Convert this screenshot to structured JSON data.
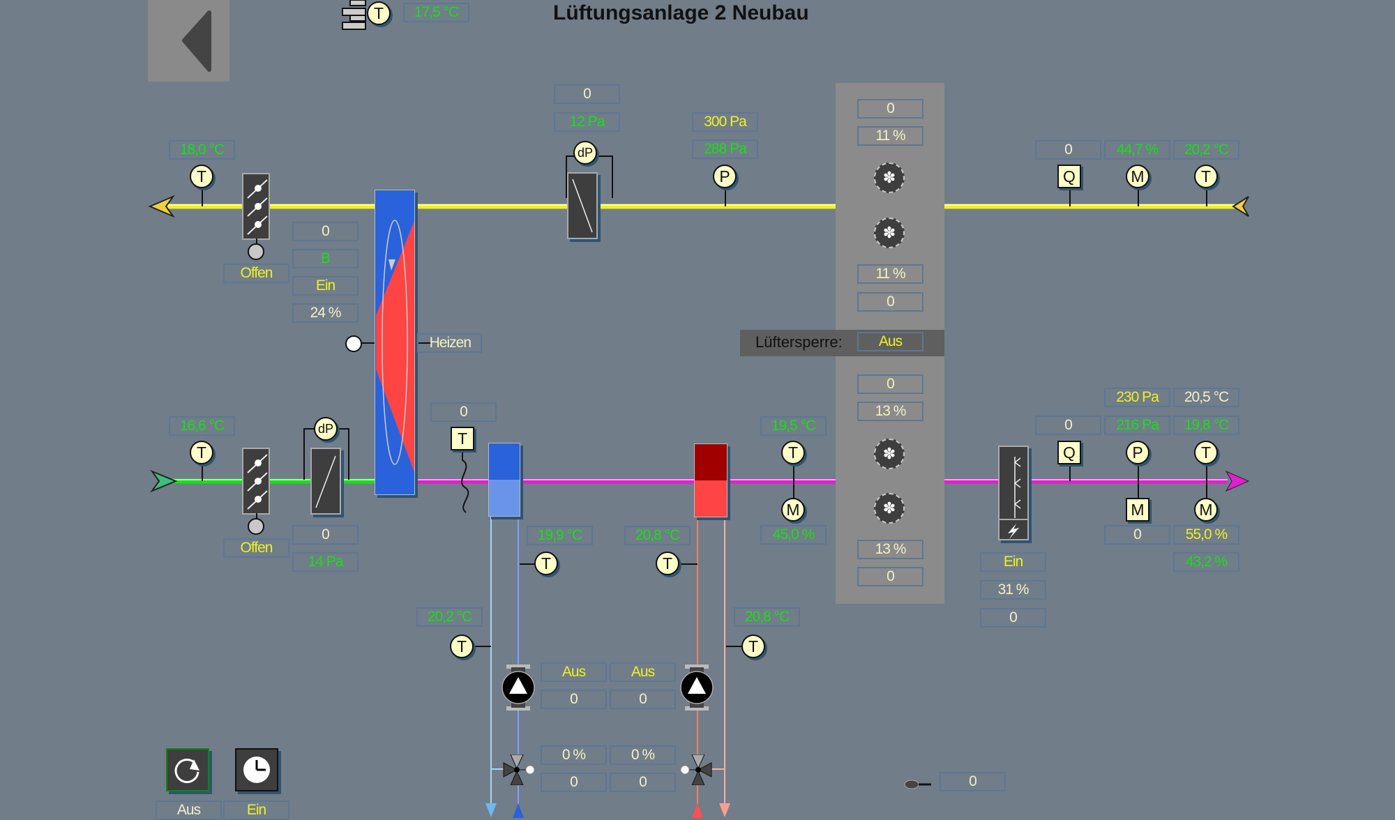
{
  "header": {
    "title": "Lüftungsanlage 2 Neubau",
    "back_icon": "back-arrow-icon",
    "outdoor_temp": "17,5 °C"
  },
  "colors": {
    "background": "#717d89",
    "exhaust_pipe": "#f0f020",
    "supply_pipe": "#e020d0",
    "outdoor_pipe": "#18e018",
    "value_green": "#18e018",
    "value_yellow": "#f0f020",
    "value_cream": "#f3f0c6",
    "cooling_blue": "#2a62db",
    "heating_red": "#ff4444"
  },
  "exhaust_line": {
    "out_temp": "18,0 °C",
    "damper_status": "Offen",
    "heat_recovery": {
      "val1": "0",
      "val2": "B",
      "val3": "Ein",
      "val4": "24 %",
      "mode": "Heizen"
    },
    "filter": {
      "val": "0",
      "dp": "12 Pa"
    },
    "pressure": {
      "setpoint": "300 Pa",
      "actual": "288 Pa"
    },
    "fan": {
      "val_top": "0",
      "speed_top": "11 %",
      "speed_bottom": "11 %",
      "val_bottom": "0"
    },
    "flow_q": "0",
    "humidity": "44,7 %",
    "return_temp": "20,2 °C"
  },
  "fan_lock": {
    "label": "Lüftersperre:",
    "value": "Aus"
  },
  "supply_line": {
    "outdoor_temp": "16,6 °C",
    "damper_status": "Offen",
    "filter": {
      "val": "0",
      "dp": "14 Pa"
    },
    "after_hr_val": "0",
    "after_heater_temp": "19,5 °C",
    "after_heater_humidity": "45,0 %",
    "fan": {
      "val_top": "0",
      "speed_top": "13 %",
      "speed_bottom": "13 %",
      "val_bottom": "0"
    },
    "humidifier": {
      "status": "Ein",
      "level": "31 %",
      "val": "0"
    },
    "flow_q": "0",
    "pressure": {
      "setpoint": "230 Pa",
      "actual": "216 Pa",
      "m_val": "0"
    },
    "temp": {
      "setpoint": "20,5 °C",
      "actual": "19,8 °C"
    },
    "humidity": {
      "setpoint": "55,0 %",
      "actual": "43,2 %"
    }
  },
  "cooler": {
    "return_temp": "19,9 °C",
    "flow_temp": "20,2 °C",
    "pump_status": "Aus",
    "pump_val": "0",
    "valve_pos": "0 %",
    "valve_val": "0"
  },
  "heater": {
    "return_temp": "20,8 °C",
    "flow_temp": "20,8 °C",
    "pump_status": "Aus",
    "pump_val": "0",
    "valve_pos": "0 %",
    "valve_val": "0"
  },
  "bottom": {
    "auto_button": {
      "icon": "refresh-icon",
      "status": "Aus"
    },
    "timer_button": {
      "icon": "clock-icon",
      "status": "Ein"
    },
    "key_val": "0"
  }
}
